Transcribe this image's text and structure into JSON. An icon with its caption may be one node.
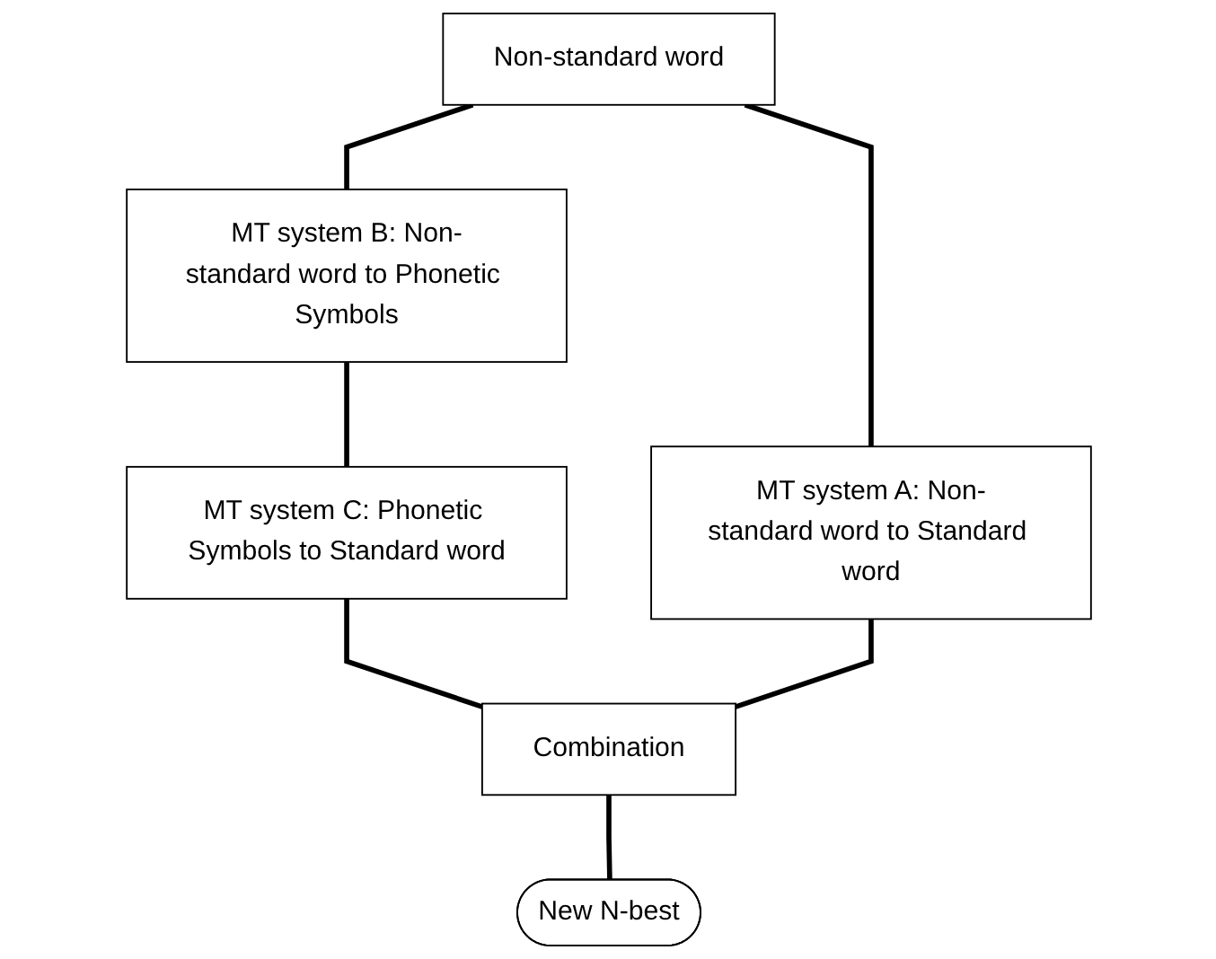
{
  "diagram": {
    "nodes": [
      {
        "text": [
          "Non-standard word"
        ]
      },
      {
        "text": [
          "MT system B: Non-standard word to Phonetic Symbols"
        ]
      },
      {
        "text": [
          "MT system A: Non-standard word to Standard word"
        ]
      },
      {
        "text": [
          "MT system C: Phonetic Symbols to Standard word"
        ]
      },
      {
        "text": [
          "Combination"
        ]
      },
      {
        "text": [
          "New N-best"
        ]
      }
    ],
    "edges": [
      {
        "from": 0,
        "to": 1,
        "arrow": "none"
      },
      {
        "from": 0,
        "to": 2,
        "arrow": "none"
      },
      {
        "from": 1,
        "to": 3,
        "arrow": "none"
      },
      {
        "from": 3,
        "to": 4,
        "arrow": "none"
      },
      {
        "from": 2,
        "to": 4,
        "arrow": "none"
      },
      {
        "from": 4,
        "to": 5,
        "arrow": "none"
      }
    ]
  }
}
